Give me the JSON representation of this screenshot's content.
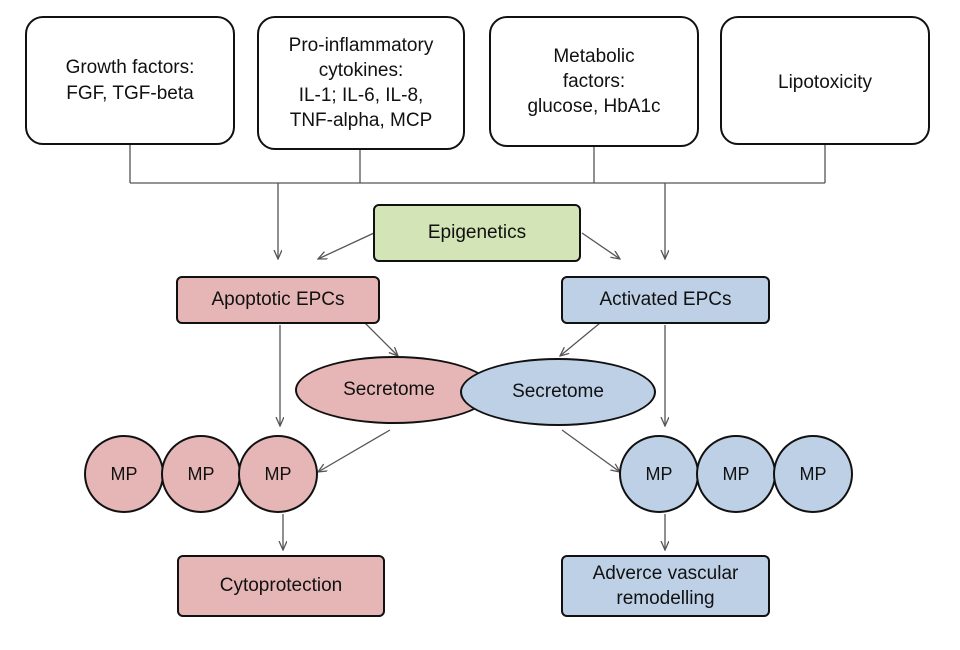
{
  "factors": {
    "growth": "Growth factors:\nFGF,  TGF-beta",
    "inflammatory": "Pro-inflammatory\ncytokines:\nIL-1; IL-6, IL-8,\nTNF-alpha, MCP",
    "metabolic": "Metabolic\nfactors:\nglucose, HbA1c",
    "lipotoxicity": "Lipotoxicity"
  },
  "epigenetics": "Epigenetics",
  "apoptotic": "Apoptotic EPCs",
  "activated": "Activated EPCs",
  "secretome_left": "Secretome",
  "secretome_right": "Secretome",
  "mp_label": "MP",
  "outcomes": {
    "cytoprotection": "Cytoprotection",
    "remodelling": "Adverce vascular\nremodelling"
  },
  "colors": {
    "red": "#e6b6b6",
    "blue": "#bdd0e6",
    "green": "#d3e4b6",
    "line": "#555555"
  }
}
